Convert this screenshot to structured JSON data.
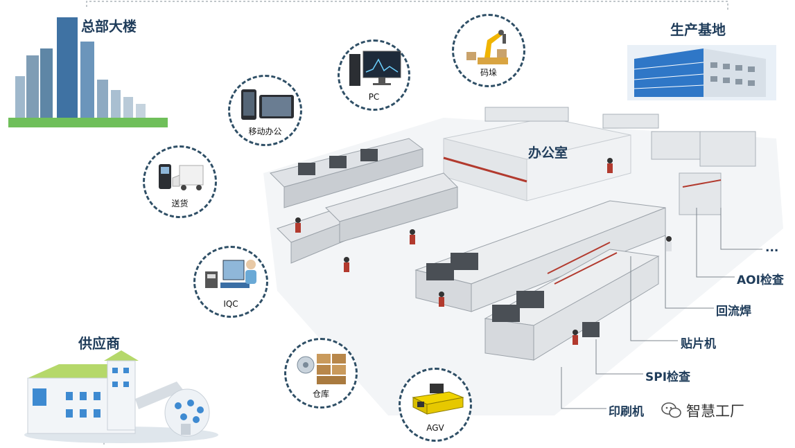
{
  "labels": {
    "headquarters": "总部大楼",
    "production_base": "生产基地",
    "supplier": "供应商",
    "office": "办公室"
  },
  "nodes": {
    "palletizing": "码垛",
    "pc": "PC",
    "mobile_office": "移动办公",
    "delivery": "送货",
    "iqc": "IQC",
    "warehouse": "仓库",
    "agv": "AGV"
  },
  "process_steps": [
    "...",
    "AOI检查",
    "回流焊",
    "贴片机",
    "SPI检查",
    "印刷机"
  ],
  "watermark": "智慧工厂",
  "colors": {
    "label": "#1f3c5a",
    "circle_border": "#2f4f66",
    "machine_gray": "#dcdfe2",
    "machine_dark": "#4a4f55",
    "stripe_red": "#b23a2e",
    "building_blue": "#2f77c7"
  },
  "icons": [
    "headquarters-building-icon",
    "production-base-building-icon",
    "supplier-factory-icon",
    "robot-arm-icon",
    "pc-monitor-icon",
    "phone-tablet-icon",
    "delivery-truck-icon",
    "iqc-inspection-icon",
    "warehouse-boxes-icon",
    "agv-vehicle-icon",
    "wechat-icon"
  ]
}
